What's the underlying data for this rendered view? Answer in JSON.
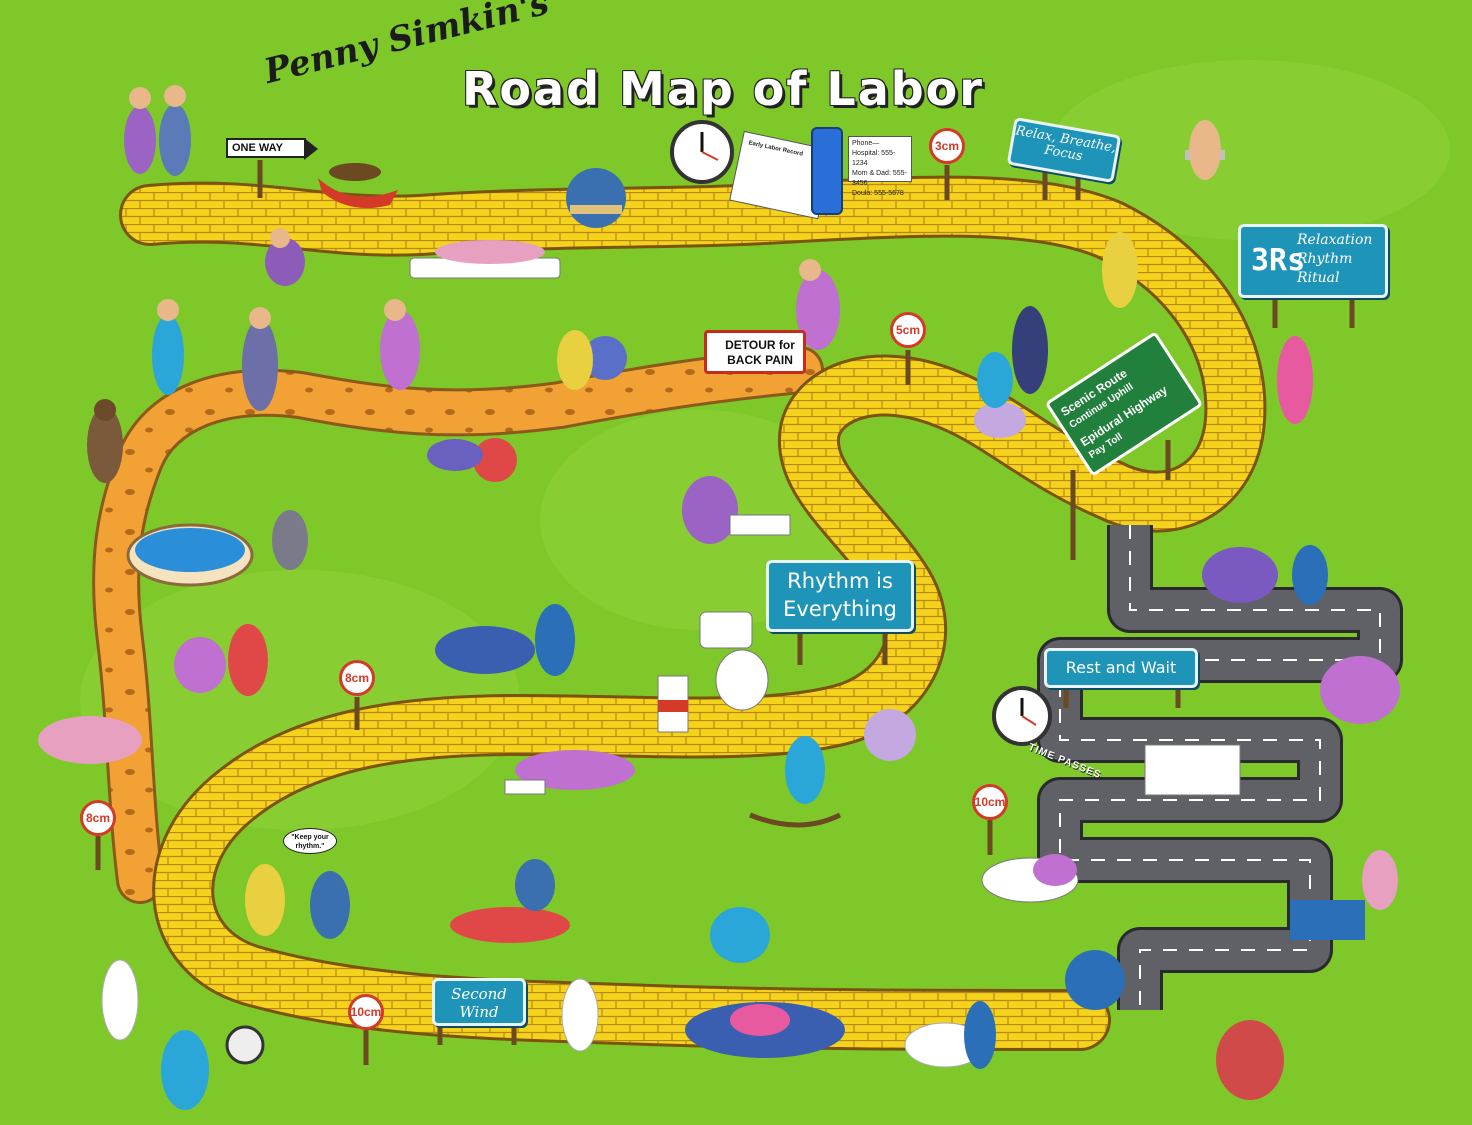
{
  "title": {
    "script": "Penny Simkin's",
    "main": "Road Map of Labor"
  },
  "signs": {
    "one_way": "ONE WAY",
    "detour": "DETOUR for BACK PAIN",
    "relax": "Relax, Breathe, Focus",
    "three_rs": {
      "big": "3Rs",
      "lines": [
        "Relaxation",
        "Rhythm",
        "Ritual"
      ]
    },
    "scenic_route": "Scenic Route",
    "continue_uphill": "Continue Uphill",
    "epidural_highway": "Epidural Highway",
    "pay_toll": "Pay Toll",
    "rhythm": "Rhythm is Everything",
    "rest_wait": "Rest and Wait",
    "second_wind": "Second Wind",
    "time_passes": "TIME PASSES",
    "speech": "\"Keep your rhythm.\""
  },
  "phone_card": [
    "Phone—",
    "Hospital: 555-1234",
    "Mom & Dad: 555-3456",
    "Doula: 555-5678"
  ],
  "clipboard_title": "Early Labor Record",
  "cm_markers": {
    "m3": "3cm",
    "m5": "5cm",
    "m8a": "8cm",
    "m8b": "8cm",
    "m10a": "10cm",
    "m10b": "10cm"
  },
  "colors": {
    "background": "#7ec82a",
    "brick_road": "#f5d21b",
    "brick_border": "#b7891a",
    "dirt_path": "#f2a235",
    "paved_road": "#5f6166",
    "sign_teal": "#1e95b8",
    "sign_green": "#21803b",
    "marker_red": "#d33a28"
  }
}
